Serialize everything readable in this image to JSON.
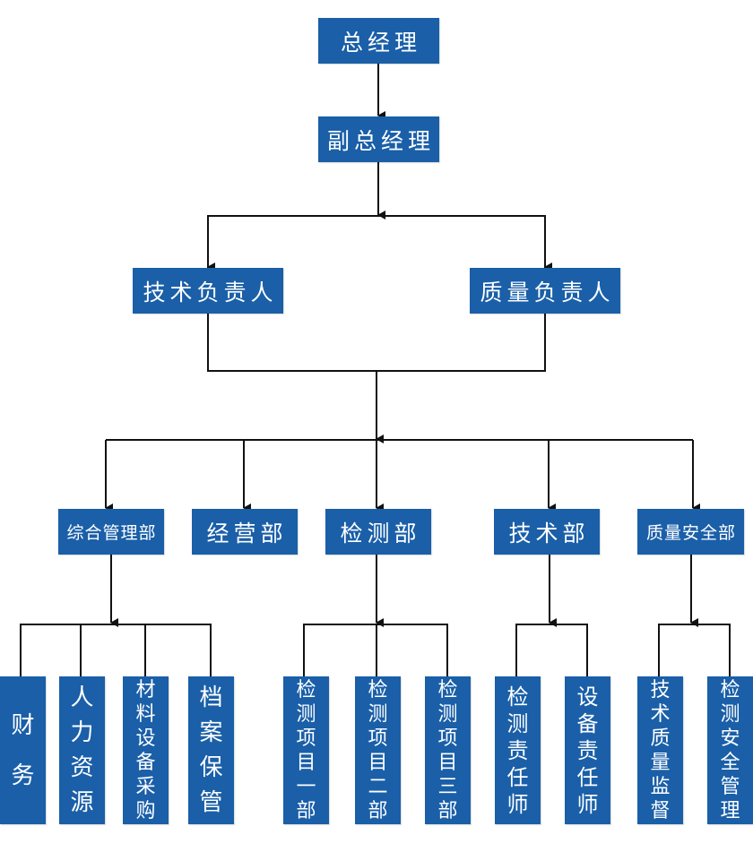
{
  "colors": {
    "box_fill": "#1a5fa8",
    "box_text": "#ffffff",
    "connector": "#111111"
  },
  "chart": {
    "root": "总经理",
    "deputy": "副总经理",
    "leads": [
      "技术负责人",
      "质量负责人"
    ],
    "departments": [
      {
        "name": "综合管理部",
        "units": [
          "财务",
          "人力资源",
          "材料设备采购",
          "档案保管"
        ]
      },
      {
        "name": "经营部",
        "units": []
      },
      {
        "name": "检测部",
        "units": [
          "检测项目一部",
          "检测项目二部",
          "检测项目三部"
        ]
      },
      {
        "name": "技术部",
        "units": [
          "检测责任师",
          "设备责任师"
        ]
      },
      {
        "name": "质量安全部",
        "units": [
          "技术质量监督",
          "检测安全管理"
        ]
      }
    ]
  }
}
